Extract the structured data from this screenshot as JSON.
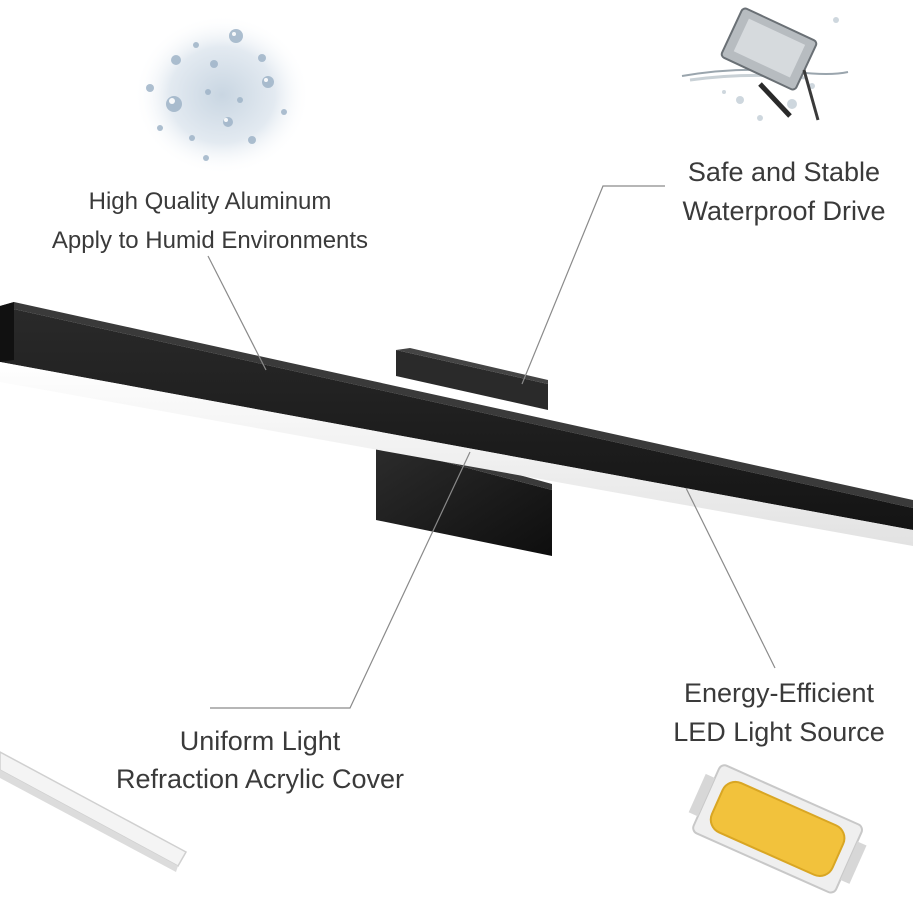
{
  "features": {
    "aluminum": {
      "icon": "water-droplets-icon",
      "line1": "High Quality Aluminum",
      "line2": "Apply to Humid Environments"
    },
    "drive": {
      "icon": "waterproof-driver-icon",
      "line1": "Safe and Stable",
      "line2": "Waterproof Drive"
    },
    "cover": {
      "icon": "acrylic-strip-icon",
      "line1": "Uniform Light",
      "line2": "Refraction Acrylic Cover"
    },
    "led": {
      "icon": "led-chip-icon",
      "line1": "Energy-Efficient",
      "line2": "LED Light Source"
    }
  },
  "colors": {
    "fixture_body": "#1b1b1b",
    "diffuser": "#f4f4f4",
    "text": "#3a3a3a",
    "leader_lines": "#8a8a8a",
    "led_phosphor": "#f2c23c"
  }
}
